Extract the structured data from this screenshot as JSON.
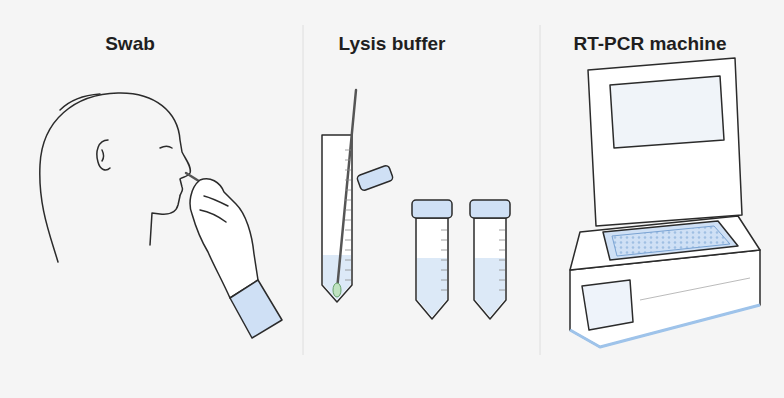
{
  "diagram": {
    "labels": [
      "Swab",
      "Lysis buffer",
      "RT-PCR machine"
    ]
  }
}
